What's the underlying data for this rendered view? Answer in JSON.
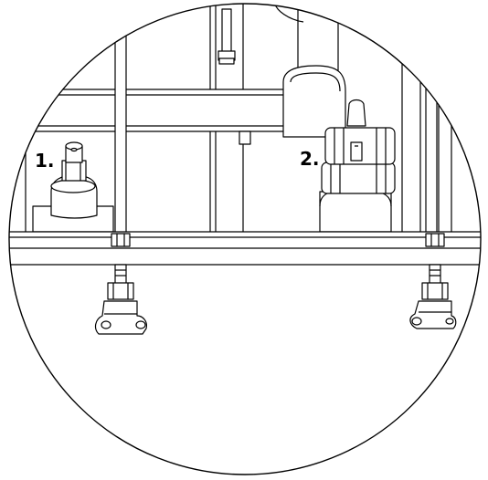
{
  "callouts": [
    {
      "id": "valve-1",
      "label": "1."
    },
    {
      "id": "valve-2",
      "label": "2."
    }
  ],
  "colors": {
    "line": "#000000",
    "fill": "#ffffff"
  },
  "icons": [
    "needle-valve-icon",
    "ball-valve-icon",
    "leveling-foot-icon",
    "hex-nut-icon",
    "pipe-elbow-icon"
  ]
}
